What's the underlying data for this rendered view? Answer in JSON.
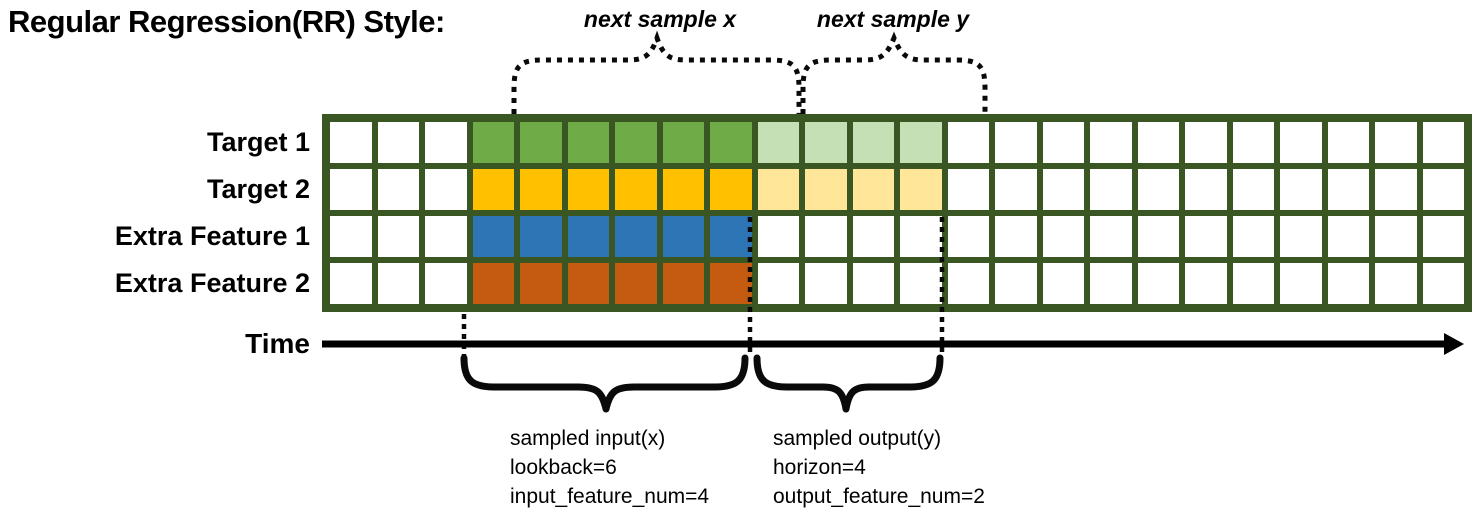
{
  "title": "Regular Regression(RR) Style:",
  "top_annotations": {
    "next_x": "next sample x",
    "next_y": "next sample y"
  },
  "grid": {
    "columns": 24,
    "input_start_col": 3,
    "lookback": 6,
    "horizon": 4,
    "rows": [
      {
        "label": "Target 1",
        "input_color": "#6FAC47",
        "output_color": "#C5E0B4"
      },
      {
        "label": "Target 2",
        "input_color": "#FFC000",
        "output_color": "#FFE699"
      },
      {
        "label": "Extra Feature 1",
        "input_color": "#2E75B6",
        "output_color": null
      },
      {
        "label": "Extra Feature 2",
        "input_color": "#C55A11",
        "output_color": null
      }
    ]
  },
  "time_axis": {
    "label": "Time"
  },
  "notes": {
    "input": {
      "lines": [
        "sampled input(x)",
        "lookback=6",
        "input_feature_num=4"
      ]
    },
    "output": {
      "lines": [
        "sampled output(y)",
        "horizon=4",
        "output_feature_num=2"
      ]
    }
  },
  "colors": {
    "grid_border": "#3A5623",
    "empty_cell": "#ffffff",
    "annotation": "#000000"
  }
}
